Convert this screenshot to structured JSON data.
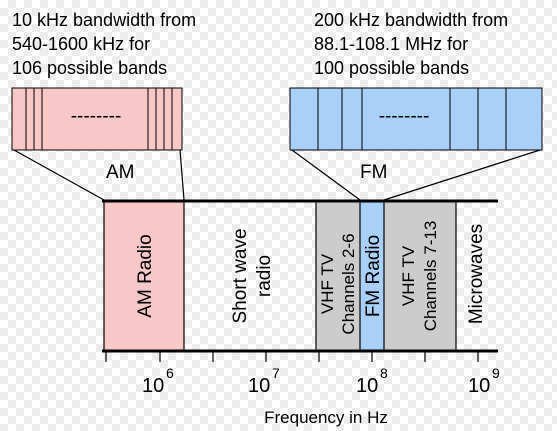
{
  "captions": {
    "am": [
      "10 kHz bandwidth from",
      "540-1600 kHz for",
      "106 possible bands"
    ],
    "fm": [
      "200 kHz bandwidth from",
      "88.1-108.1 MHz for",
      "100 possible bands"
    ]
  },
  "zoom_labels": {
    "am": "AM",
    "fm": "FM"
  },
  "zoom_boxes": {
    "am_dots": "--------",
    "fm_dots": "--------"
  },
  "bands": {
    "am_radio": "AM Radio",
    "short_wave": [
      "Short wave",
      "radio"
    ],
    "vhf_low": [
      "VHF TV",
      "Channels 2-6"
    ],
    "fm_radio": "FM Radio",
    "vhf_high": [
      "VHF TV",
      "Channels 7-13"
    ],
    "microwaves": "Microwaves"
  },
  "ticks": [
    {
      "base": "10",
      "exp": "6"
    },
    {
      "base": "10",
      "exp": "7"
    },
    {
      "base": "10",
      "exp": "8"
    },
    {
      "base": "10",
      "exp": "9"
    }
  ],
  "axis_title": "Frequency in Hz",
  "colors": {
    "am": "#f8c8c8",
    "fm": "#a8d0f8",
    "vhf": "#cccccc",
    "line": "#000000"
  }
}
